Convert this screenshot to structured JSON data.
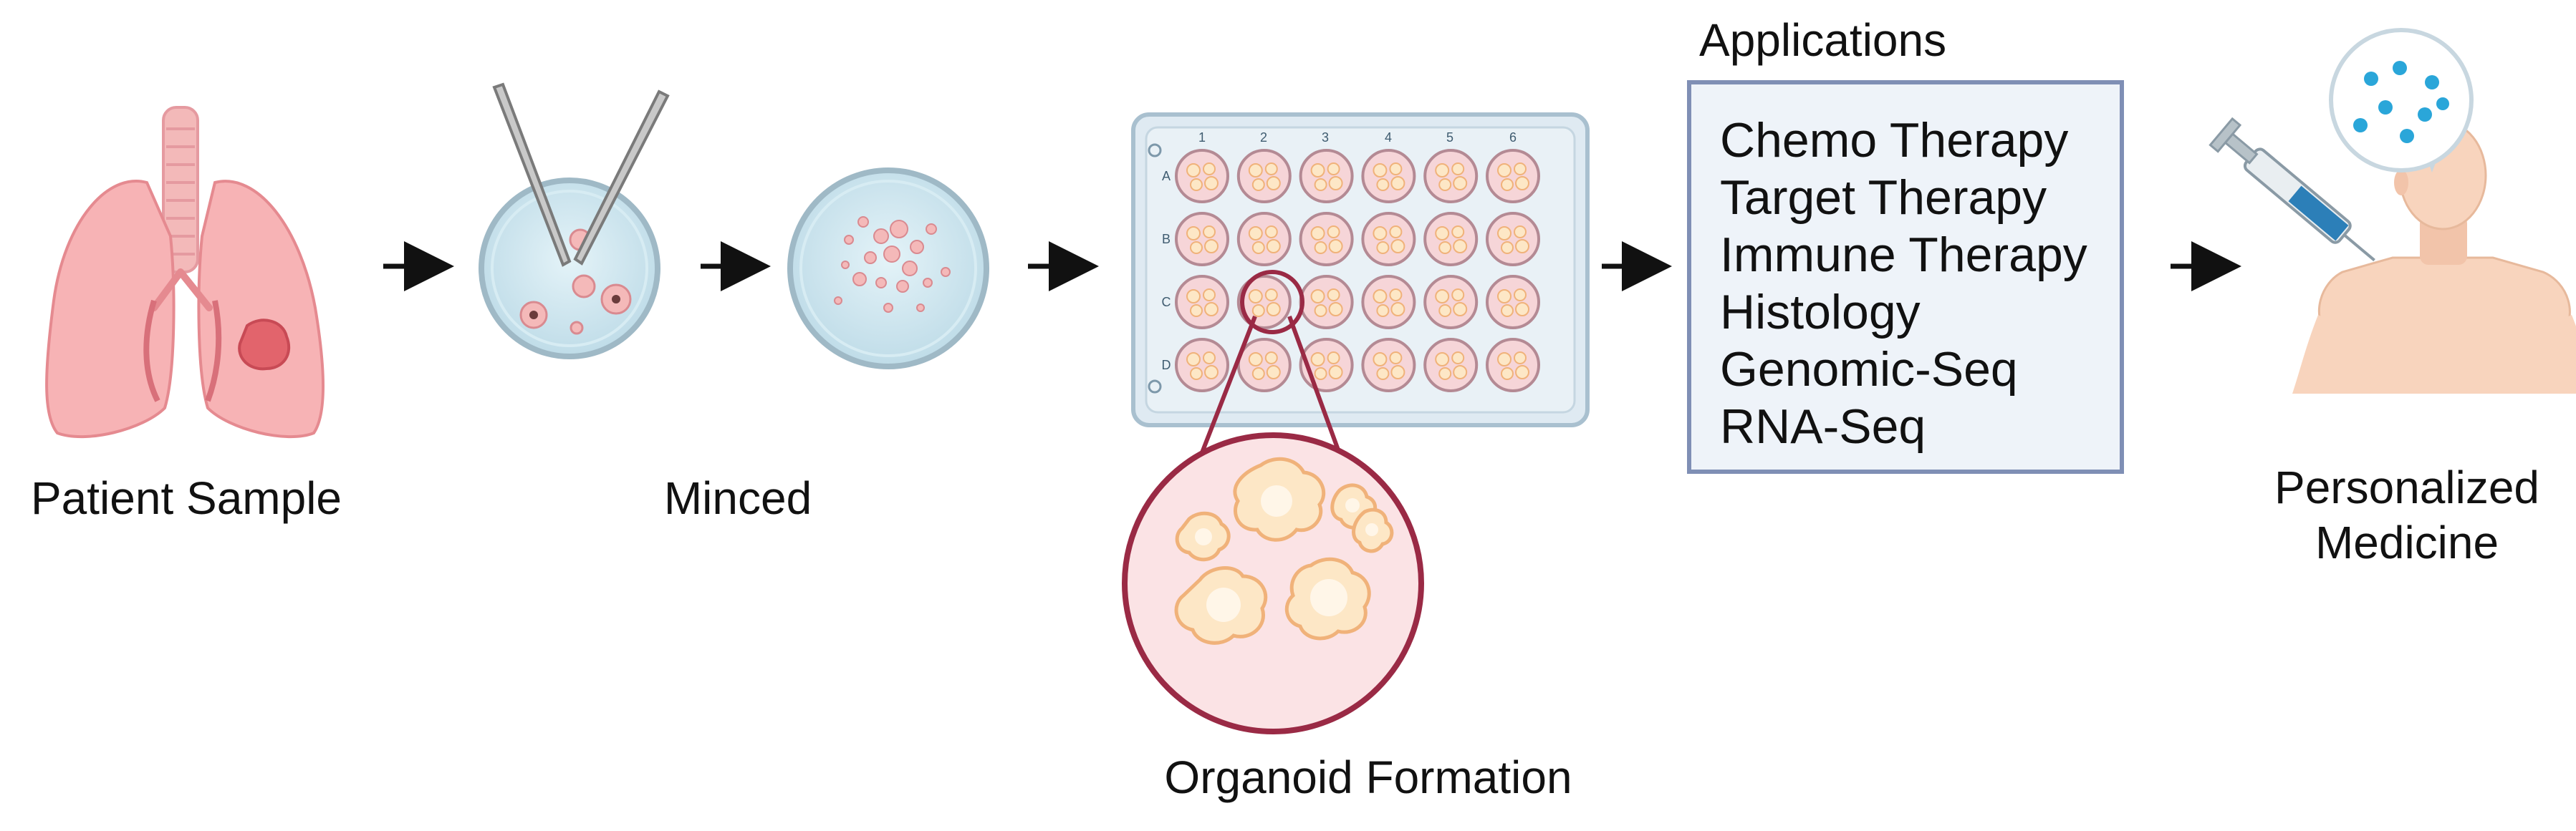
{
  "colors": {
    "lung": "#f7b3b5",
    "lung_dark": "#e58a90",
    "tumor": "#e2646c",
    "dish_fluid": "#cfe8f2",
    "dish_rim": "#9fb9c6",
    "plate": "#dfeaf2",
    "well": "#f6d5d8",
    "organoid": "#fde7c6",
    "zoom_circle_border": "#9a2a45",
    "zoom_circle_fill": "#fbe3e5",
    "apps_box_border": "#7f8fb5",
    "apps_box_fill": "#eef3f9",
    "skin": "#f8d4bd",
    "arrow": "#111111"
  },
  "steps": {
    "patient_sample": "Patient Sample",
    "minced": "Minced",
    "organoid_formation": "Organoid Formation",
    "personalized_medicine_line1": "Personalized",
    "personalized_medicine_line2": "Medicine"
  },
  "plate": {
    "columns": [
      "1",
      "2",
      "3",
      "4",
      "5",
      "6"
    ],
    "rows": [
      "A",
      "B",
      "C",
      "D"
    ]
  },
  "applications": {
    "title": "Applications",
    "items": [
      "Chemo Therapy",
      "Target Therapy",
      "Immune Therapy",
      "Histology",
      "Genomic-Seq",
      "RNA-Seq"
    ]
  }
}
